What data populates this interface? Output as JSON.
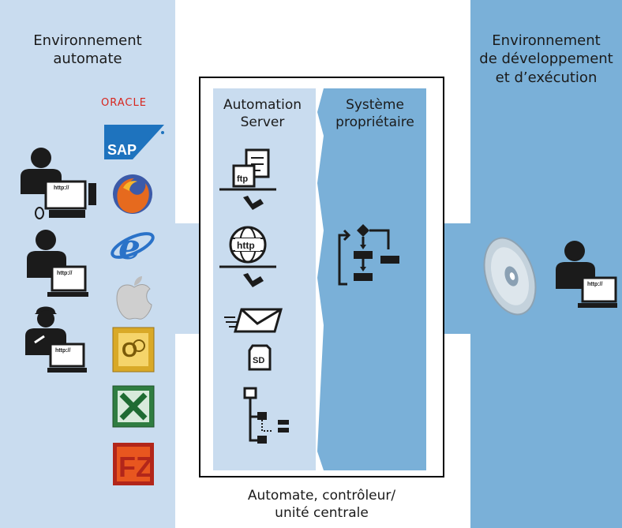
{
  "left_panel": {
    "title": "Environnement\nautomate",
    "oracle_logo": "ORACLE",
    "sap_logo": "SAP"
  },
  "right_panel": {
    "title": "Environnement\nde développement\net d’exécution"
  },
  "frame": {
    "automation_label": "Automation\nServer",
    "system_label": "Système\npropriétaire",
    "caption": "Automate, contrôleur/\nunité centrale"
  },
  "icon_texts": {
    "ftp": "ftp",
    "http": "http",
    "sd": "SD",
    "url": "http://"
  },
  "colors": {
    "light_blue": "#c9dcef",
    "mid_blue": "#7ab0d8",
    "dark": "#1b1b1b",
    "oracle_red": "#d7261e"
  }
}
